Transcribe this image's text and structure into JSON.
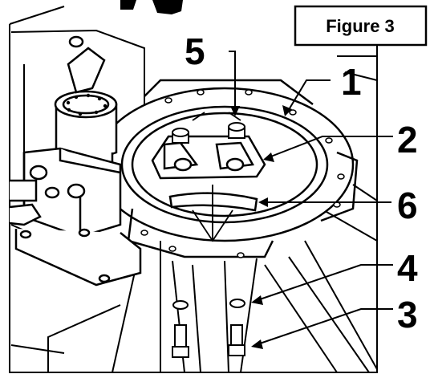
{
  "figure": {
    "label": "Figure 3"
  },
  "callouts": [
    {
      "id": "1",
      "text": "1"
    },
    {
      "id": "2",
      "text": "2"
    },
    {
      "id": "3",
      "text": "3"
    },
    {
      "id": "4",
      "text": "4"
    },
    {
      "id": "5",
      "text": "5"
    },
    {
      "id": "6",
      "text": "6"
    }
  ],
  "colors": {
    "line": "#000000",
    "background": "#ffffff"
  }
}
